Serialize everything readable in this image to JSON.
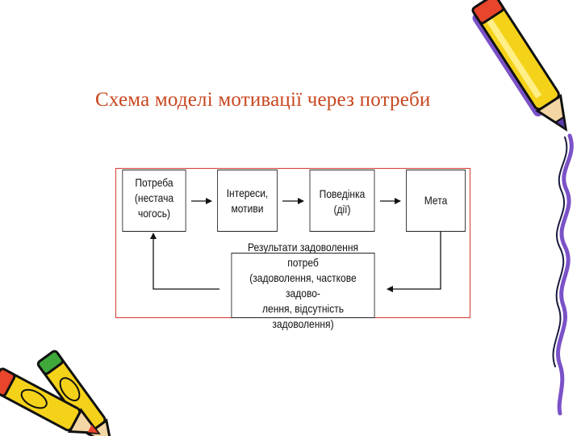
{
  "slide": {
    "title": "Схема моделі мотивації через потреби"
  },
  "diagram": {
    "need": "Потреба\n(нестача\nчогось)",
    "interests": "Інтереси,\nмотиви",
    "behaviour": "Поведінка\n(дії)",
    "goal": "Мета",
    "results": "Результати задоволення потреб\n(задоволення, часткове задово-\nлення, відсутність задоволення)"
  },
  "colors": {
    "title": "#c8461e",
    "frame": "#d23a2e",
    "pencil_yellow": "#f5d21a",
    "pencil_purple": "#7b52c8",
    "pencil_red": "#e8452c",
    "pencil_green": "#3fa83a"
  },
  "icons": [
    "pencil-icon",
    "pencils-icon"
  ]
}
